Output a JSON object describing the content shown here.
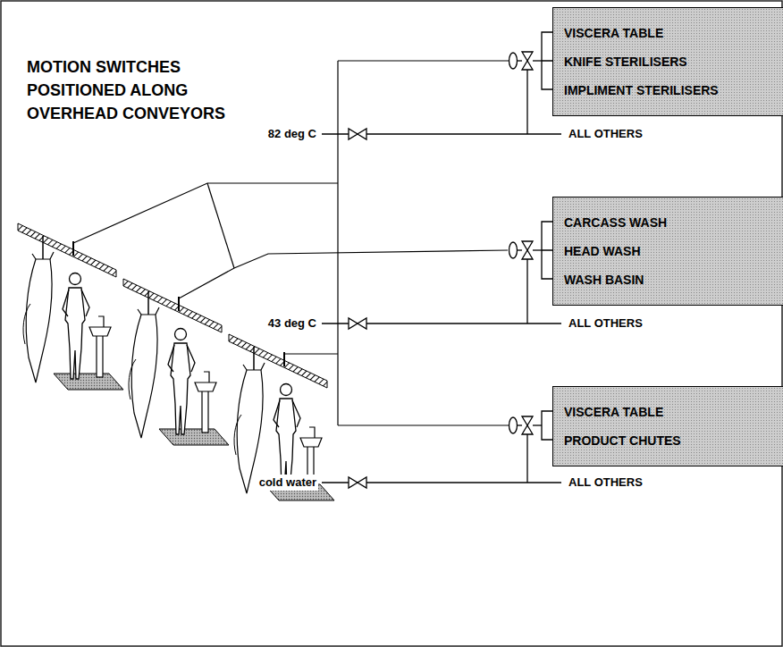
{
  "diagram": {
    "title": "MOTION SWITCHES POSITIONED ALONG OVERHEAD CONVEYORS",
    "nodes": [
      {
        "text": [
          "VISCERA TABLE",
          "KNIFE STERILISERS",
          "IMPLIMENT STERILISERS"
        ]
      },
      {
        "text": [
          "CARCASS WASH",
          "HEAD WASH",
          "WASH BASIN"
        ]
      },
      {
        "text": [
          "VISCERA TABLE",
          "PRODUCT CHUTES"
        ]
      }
    ],
    "labels": [
      "82 deg C",
      "ALL OTHERS",
      "43 deg C",
      "ALL OTHERS",
      "cold water",
      "ALL OTHERS"
    ]
  }
}
